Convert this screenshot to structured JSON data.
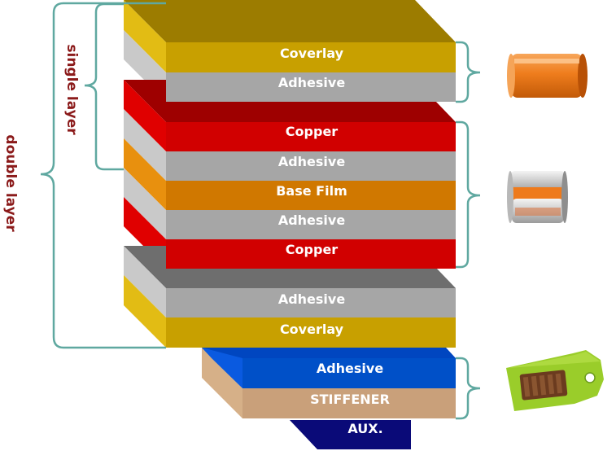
{
  "labels": {
    "double_layer": "double layer",
    "single_layer": "single layer"
  },
  "layers": {
    "coverlay_top": "Coverlay",
    "adhesive_1": "Adhesive",
    "copper_1": "Copper",
    "adhesive_2": "Adhesive",
    "base_film": "Base Film",
    "adhesive_3": "Adhesive",
    "copper_2": "Copper",
    "adhesive_4": "Adhesive",
    "coverlay_bottom": "Coverlay",
    "adhesive_stiffener": "Adhesive",
    "stiffener": "STIFFENER",
    "aux": "AUX."
  },
  "colors": {
    "coverlay": "#c8a000",
    "adhesive": "#a6a6a6",
    "copper": "#d10000",
    "base_film": "#d07800",
    "adhesive_blue": "#0050c8",
    "stiffener": "#c9a07a",
    "aux": "#0a0a78",
    "brace": "#5fa8a0",
    "side_label": "#8b1a1a"
  },
  "samples": {
    "sample_1": "orange-roll-icon",
    "sample_2": "copper-roll-icon",
    "sample_3": "stiffened-pcb-icon"
  }
}
